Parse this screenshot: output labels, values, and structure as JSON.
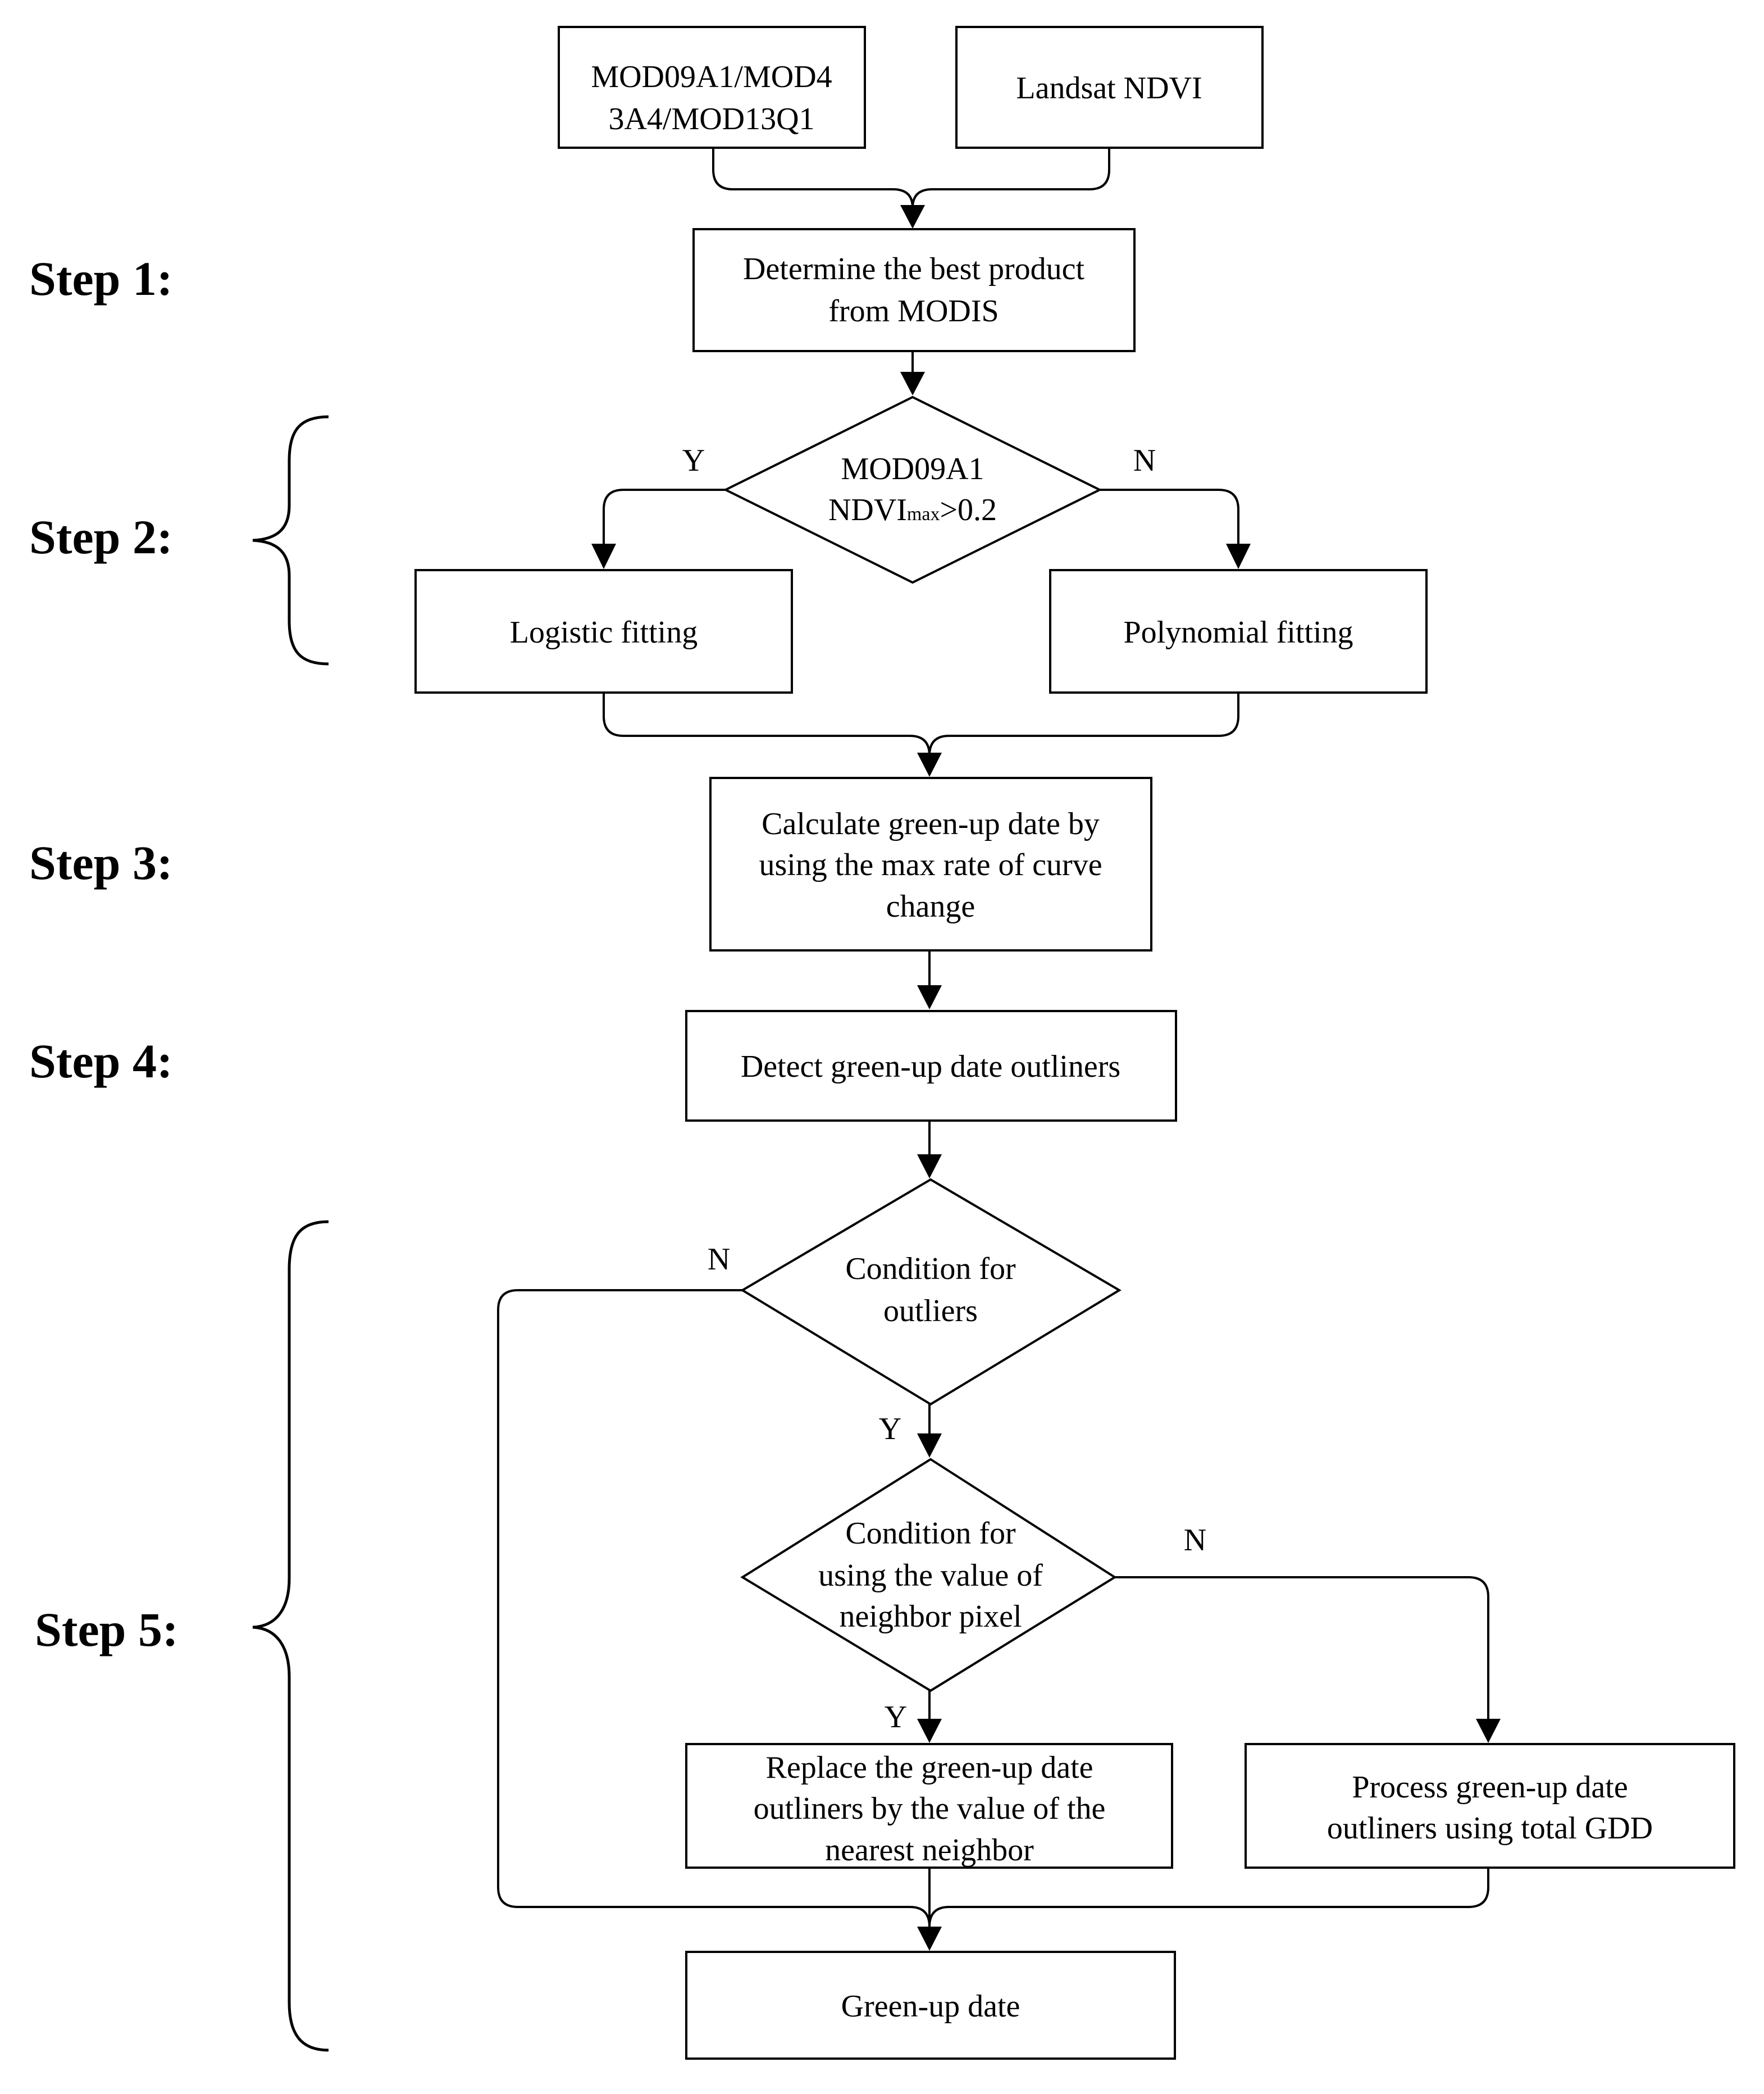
{
  "steps": {
    "step1": "Step 1:",
    "step2": "Step 2:",
    "step3": "Step 3:",
    "step4": "Step 4:",
    "step5": "Step 5:"
  },
  "nodes": {
    "modis_products": {
      "line1": "MOD09A1/MOD4",
      "line2": "3A4/MOD13Q1"
    },
    "landsat": {
      "line1": "Landsat NDVI"
    },
    "determine": {
      "line1": "Determine the best product",
      "line2": "from MODIS"
    },
    "ndvi_decision": {
      "line1": "MOD09A1",
      "ndvi": "NDVI",
      "sub": "max",
      "rest": ">0.2"
    },
    "logistic": {
      "line1": "Logistic fitting"
    },
    "polynomial": {
      "line1": "Polynomial fitting"
    },
    "calculate": {
      "line1": "Calculate green-up date by",
      "line2": "using the max rate of curve",
      "line3": "change"
    },
    "detect": {
      "line1": "Detect green-up date outliners"
    },
    "outlier_condition": {
      "line1": "Condition for",
      "line2": "outliers"
    },
    "neighbor_condition": {
      "line1": "Condition for",
      "line2": "using the value of",
      "line3": "neighbor pixel"
    },
    "replace": {
      "line1": "Replace the green-up date",
      "line2": "outliners by the value of the",
      "line3": "nearest neighbor"
    },
    "process_gdd": {
      "line1": "Process green-up date",
      "line2": "outliners using total GDD"
    },
    "green_up": {
      "line1": "Green-up date"
    }
  },
  "edge_labels": {
    "ndvi_yes": "Y",
    "ndvi_no": "N",
    "outlier_no": "N",
    "outlier_yes": "Y",
    "neighbor_no": "N",
    "neighbor_yes": "Y"
  }
}
